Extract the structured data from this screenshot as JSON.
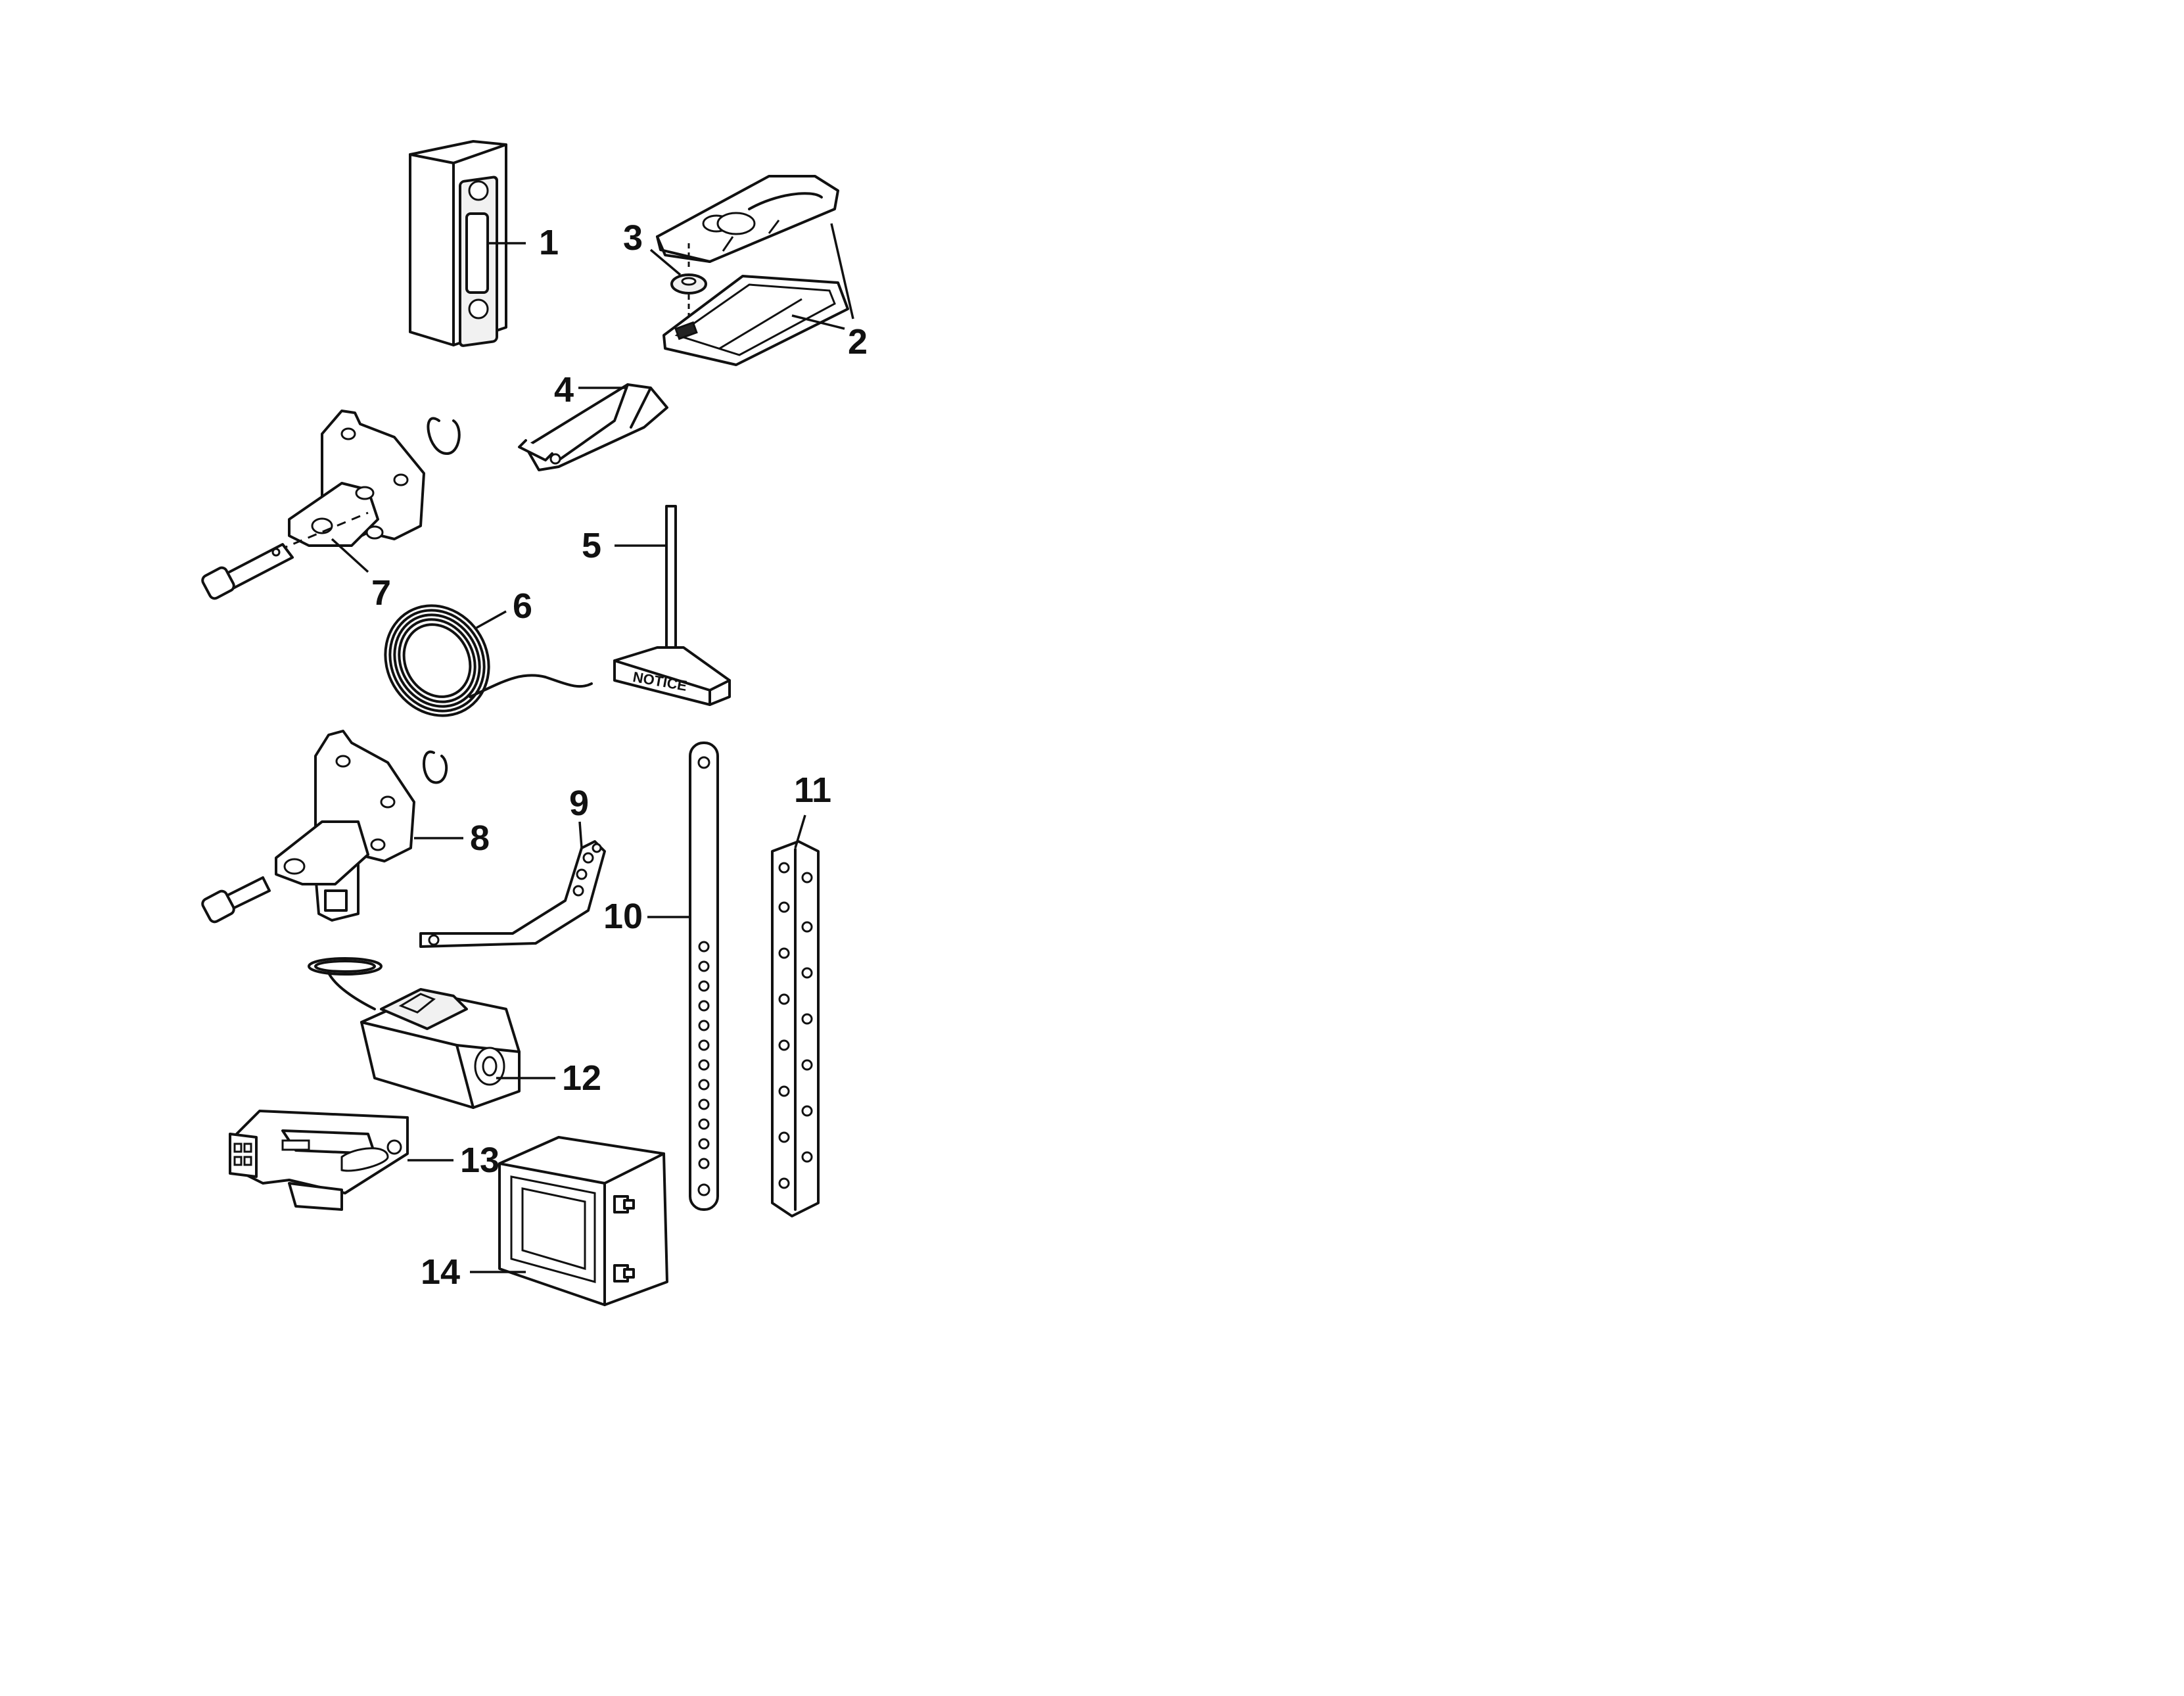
{
  "callouts": {
    "c1": "1",
    "c2": "2",
    "c3": "3",
    "c4": "4",
    "c5": "5",
    "c6": "6",
    "c7": "7",
    "c8": "8",
    "c9": "9",
    "c10": "10",
    "c11": "11",
    "c12": "12",
    "c13": "13",
    "c14": "14"
  },
  "notice_label": "NOTICE"
}
